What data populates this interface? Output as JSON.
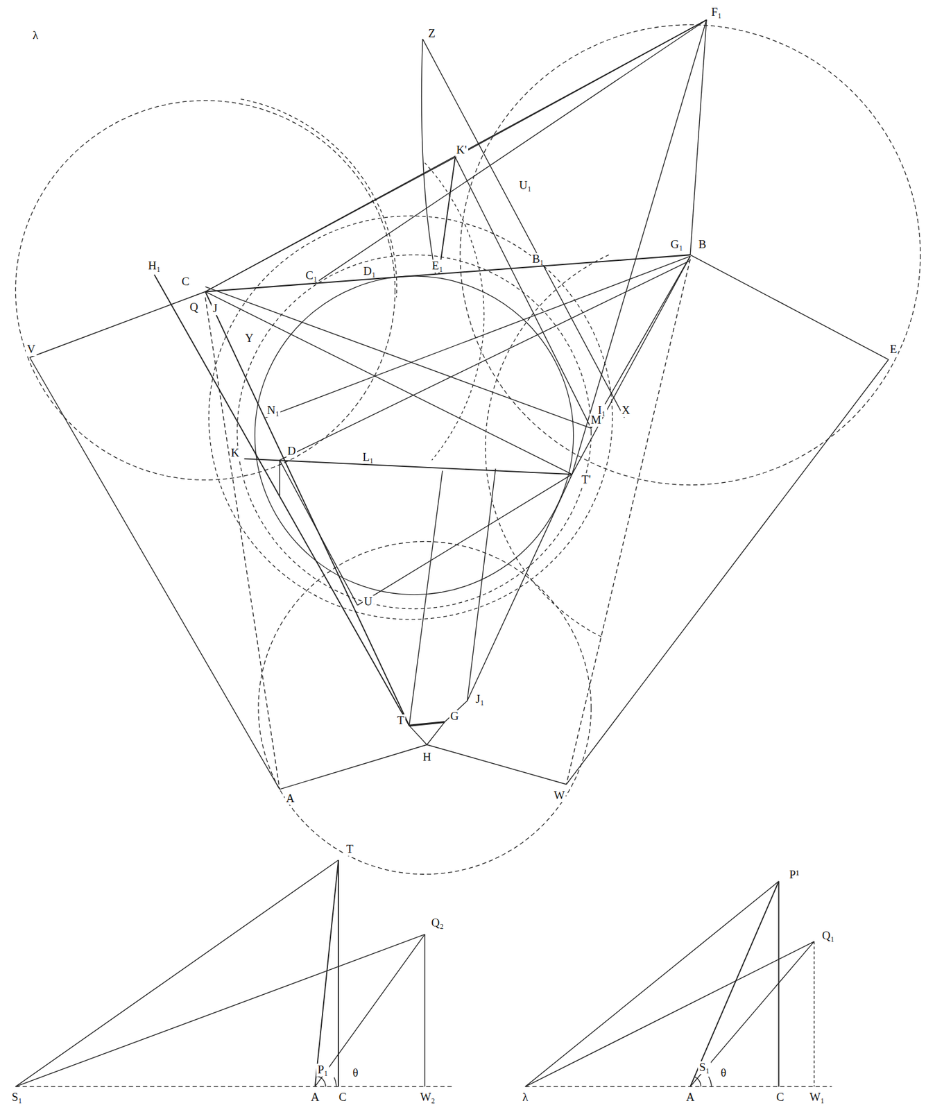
{
  "diagram": {
    "labels": [
      "F₁",
      "Z",
      "K'",
      "U₁",
      "G₁",
      "B",
      "H₁",
      "C",
      "C₁",
      "D₁",
      "E₁",
      "B₁",
      "Q",
      "J",
      "Y",
      "V",
      "N₁",
      "I₁",
      "X",
      "K",
      "D",
      "L₁",
      "M",
      "T'",
      "E",
      "U",
      "J₁",
      "T",
      "G",
      "H",
      "A",
      "W",
      "T",
      "Q₂",
      "S₁",
      "A",
      "C",
      "W₂",
      "P₁",
      "θ",
      "λ",
      "A",
      "C",
      "W₁",
      "P¹",
      "Q₁",
      "S₁",
      "θ",
      "λ"
    ]
  }
}
